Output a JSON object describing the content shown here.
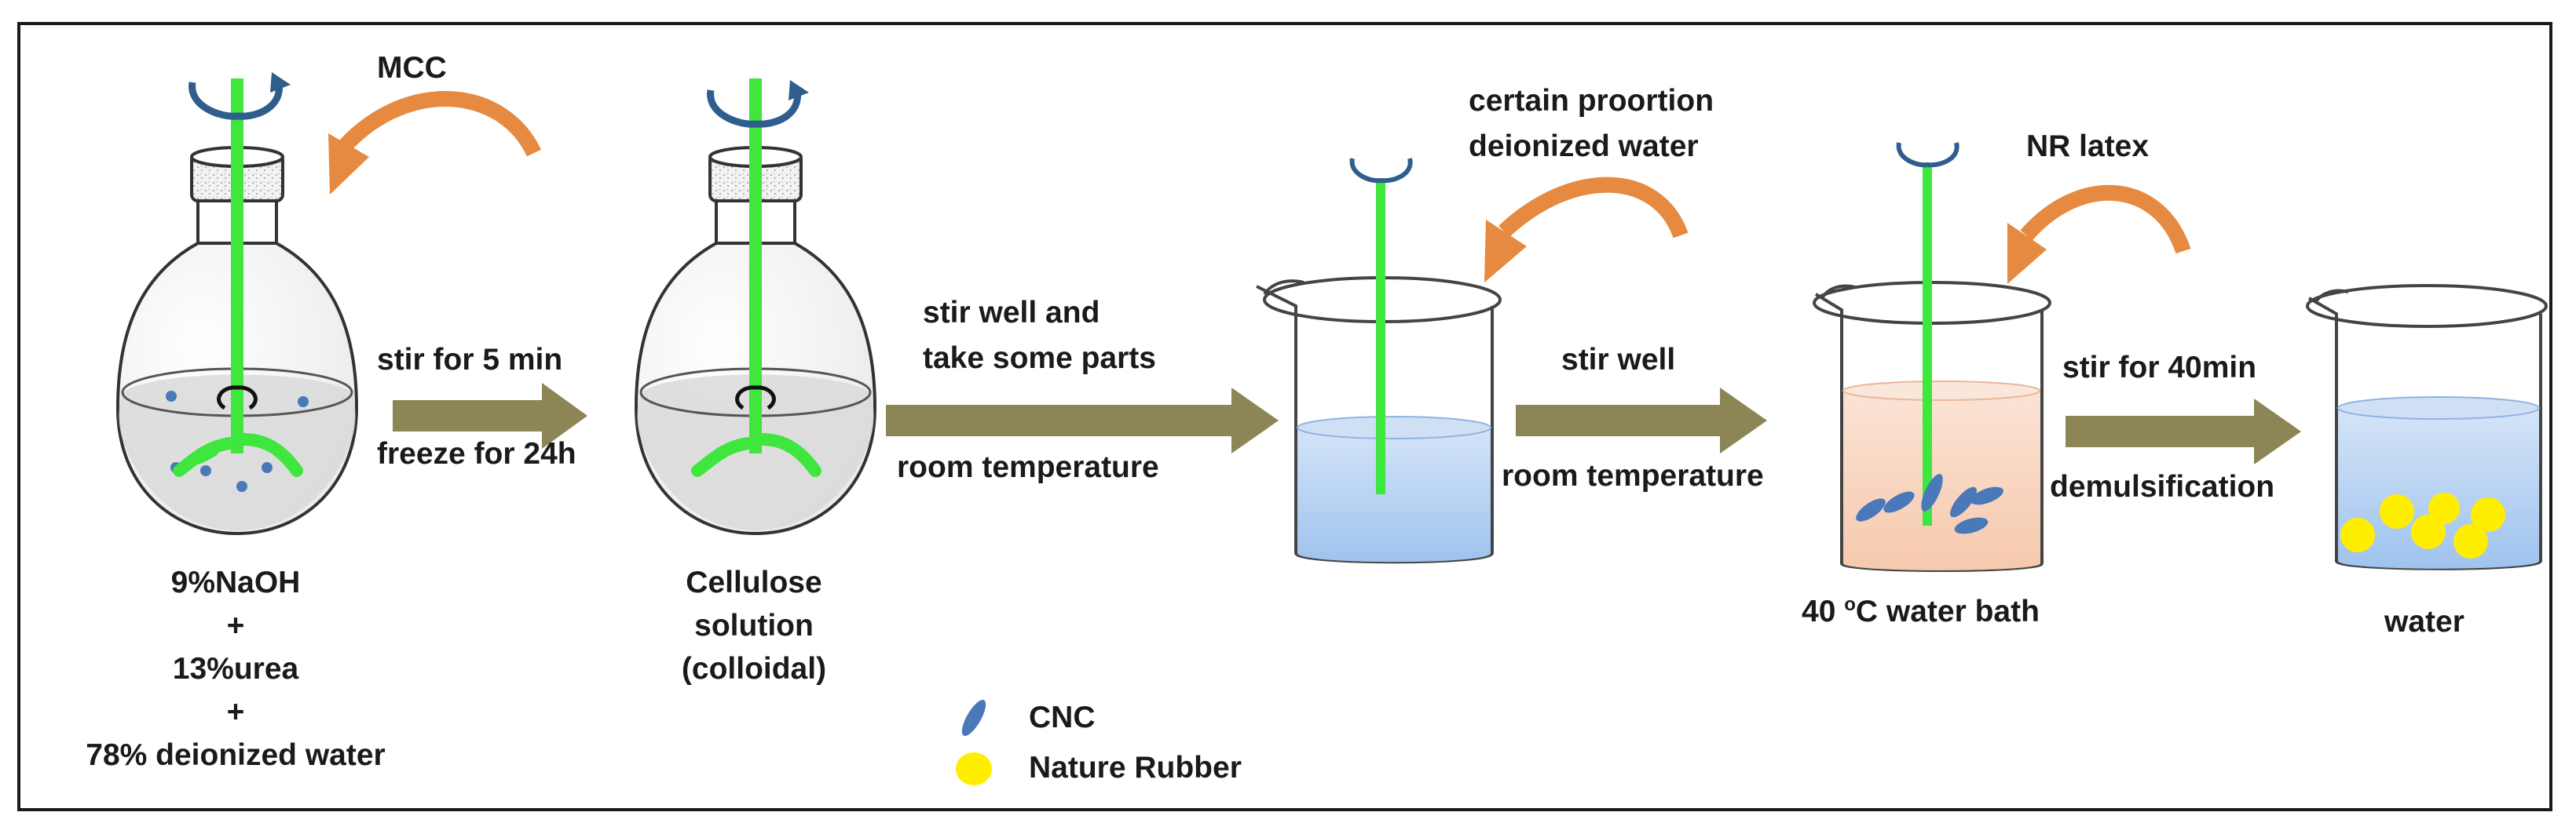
{
  "reagents": {
    "mcc": "MCC",
    "naoh": "9%NaOH",
    "plus1": "+",
    "urea": "13%urea",
    "plus2": "+",
    "water": "78% deionized water"
  },
  "cellulose": {
    "line1": "Cellulose",
    "line2": "solution",
    "line3": "(colloidal)"
  },
  "step1": {
    "top": "stir for 5 min",
    "bottom": "freeze for 24h"
  },
  "step2": {
    "top_line1": "stir well and",
    "top_line2": "take some parts",
    "bottom": "room temperature"
  },
  "water_addition": {
    "line1": "certain proortion",
    "line2": "deionized water"
  },
  "step3": {
    "top": "stir well",
    "bottom": "room temperature"
  },
  "nr_latex": "NR latex",
  "bath_label": {
    "prefix": "40 ",
    "sup": "o",
    "suffix": "C water bath"
  },
  "step4": {
    "top": "stir for 40min",
    "bottom": "demulsification"
  },
  "final_label": "water",
  "legend": [
    {
      "label": "CNC",
      "icon": "cnc-ellipse-icon"
    },
    {
      "label": "Nature Rubber",
      "icon": "rubber-circle-icon"
    }
  ],
  "colors": {
    "stir_rod": "#3ee63e",
    "stirrer_arrow": "#2f5d8c",
    "flow_arrow": "#8c8556",
    "curved_arrow": "#e58a40",
    "water_blue": "#b9d5f2",
    "bath_orange": "#f9d7c4",
    "cnc": "#4a78b8",
    "rubber": "#ffee00",
    "solution_gray": "#d6d6d6"
  }
}
